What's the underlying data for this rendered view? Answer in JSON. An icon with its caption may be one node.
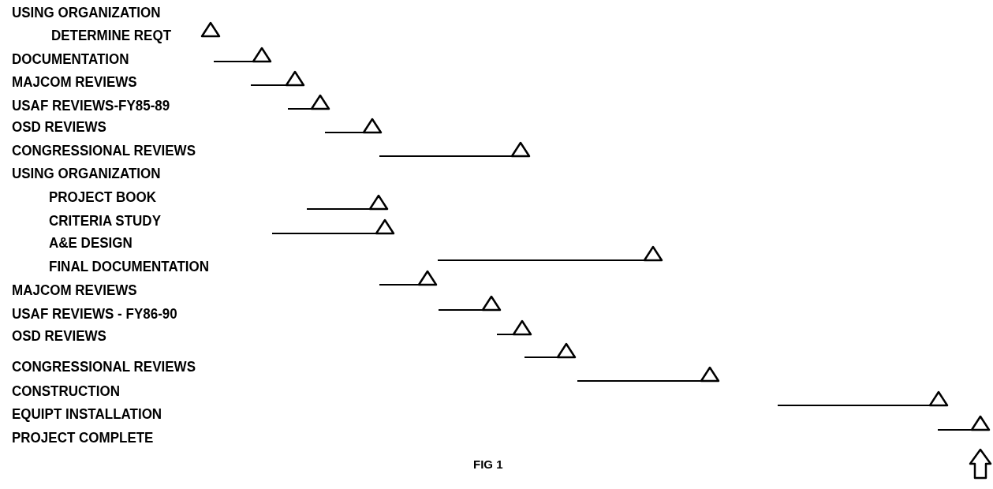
{
  "diagram": {
    "caption": "FIG 1",
    "labels": [
      "USING ORGANIZATION",
      "DETERMINE REQT",
      "DOCUMENTATION",
      "MAJCOM REVIEWS",
      "USAF REVIEWS-FY85-89",
      "OSD REVIEWS",
      "CONGRESSIONAL REVIEWS",
      "USING ORGANIZATION",
      "PROJECT BOOK",
      "CRITERIA STUDY",
      "A&E DESIGN",
      "FINAL DOCUMENTATION",
      "MAJCOM REVIEWS",
      "USAF REVIEWS - FY86-90",
      "OSD REVIEWS",
      "CONGRESSIONAL REVIEWS",
      "CONSTRUCTION",
      "EQUIPT INSTALLATION",
      "PROJECT COMPLETE"
    ]
  }
}
